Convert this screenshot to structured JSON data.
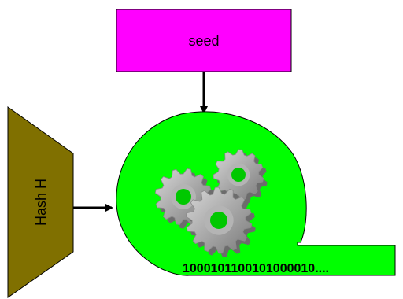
{
  "seed_box": {
    "label": "seed",
    "fill": "#ff00ff"
  },
  "hash_block": {
    "label": "Hash H",
    "fill": "#807000"
  },
  "generator": {
    "fill": "#00ff00",
    "gear_color": "#a0a0a0",
    "gear_count": 3,
    "icon": "gears-icon"
  },
  "output_stream": {
    "bits": "1000101100101000010...."
  }
}
